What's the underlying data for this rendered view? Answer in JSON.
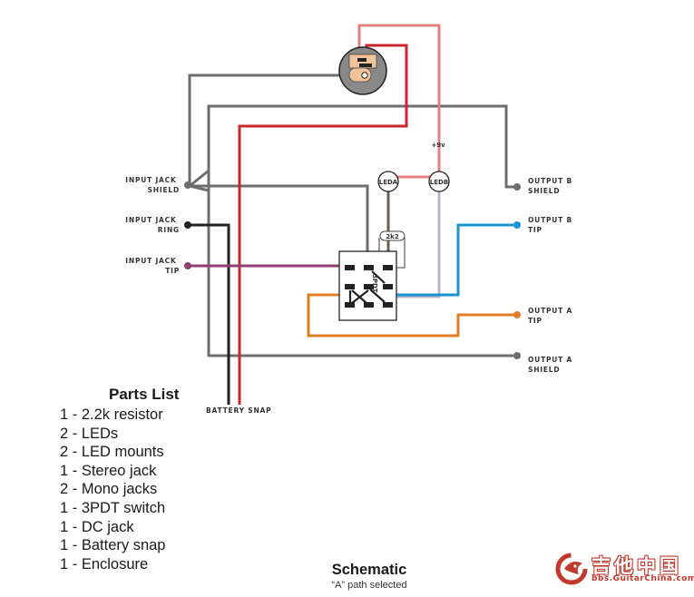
{
  "labels": {
    "input_shield": [
      "INPUT JACK",
      "SHIELD"
    ],
    "input_ring": [
      "INPUT JACK",
      "RING"
    ],
    "input_tip": [
      "INPUT JACK",
      "TIP"
    ],
    "output_b_shield": [
      "OUTPUT B",
      "SHIELD"
    ],
    "output_b_tip": [
      "OUTPUT B",
      "TIP"
    ],
    "output_a_tip": [
      "OUTPUT A",
      "TIP"
    ],
    "output_a_shield": [
      "OUTPUT A",
      "SHIELD"
    ],
    "battery_snap": "BATTERY SNAP",
    "led_a": "LEDA",
    "led_b": "LEDB",
    "plus9v": "+9v",
    "resistor": "2k2",
    "switch": "3PDT"
  },
  "wire_colors": {
    "ground": "#6d6d6d",
    "positive": "#c8282d",
    "dc_link": "#e58080",
    "ring": "#222222",
    "input_tip": "#8e3e73",
    "output_b_tip": "#1a93d0",
    "output_a_tip": "#e07d24",
    "led_b_leg": "#b9b6cb",
    "led_a_leg": "#6b5f55"
  },
  "parts_list": {
    "title": "Parts List",
    "items": [
      "1 - 2.2k resistor",
      "2 - LEDs",
      "2 - LED mounts",
      "1 - Stereo jack",
      "2 - Mono jacks",
      "1 - 3PDT switch",
      "1 - DC jack",
      "1 - Battery snap",
      "1 - Enclosure"
    ]
  },
  "caption": {
    "title": "Schematic",
    "subtitle": "“A” path selected"
  },
  "watermark": {
    "text": "吉他中国",
    "url_text": "bbs.GuitarChina.com"
  }
}
